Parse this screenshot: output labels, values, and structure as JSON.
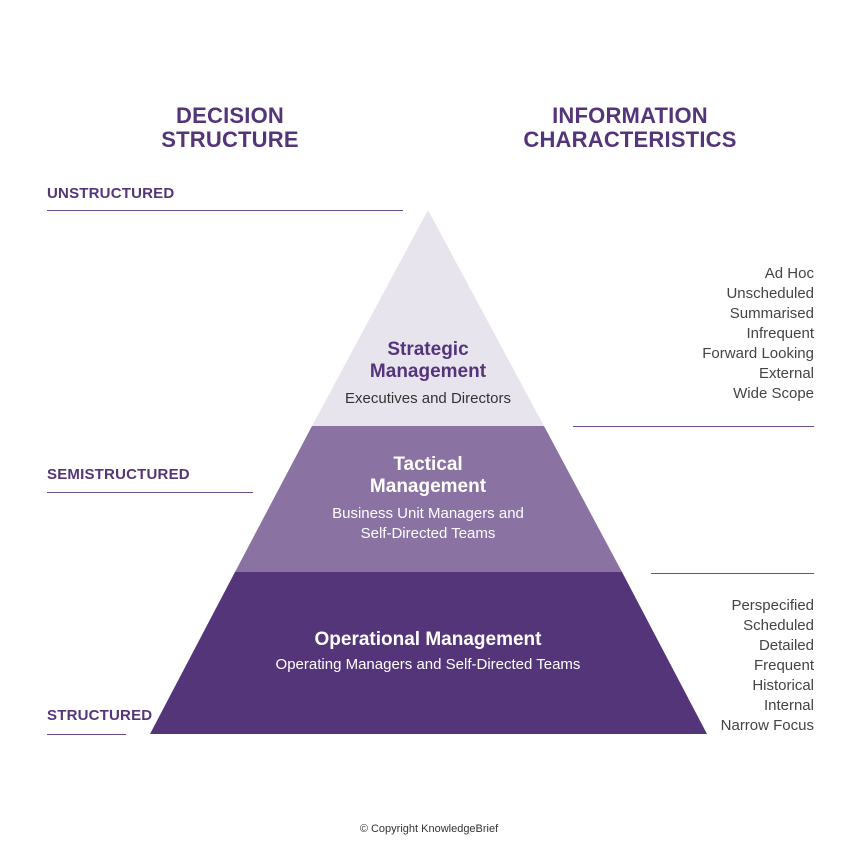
{
  "headings": {
    "decision_structure": [
      "DECISION",
      "STRUCTURE"
    ],
    "information_characteristics": [
      "INFORMATION",
      "CHARACTERISTICS"
    ]
  },
  "levels": {
    "unstructured": "UNSTRUCTURED",
    "semistructured": "SEMISTRUCTURED",
    "structured": "STRUCTURED"
  },
  "tiers": {
    "strategic": {
      "title": [
        "Strategic",
        "Management"
      ],
      "subtitle": [
        "Executives and Directors"
      ],
      "color": "#e8e4ee"
    },
    "tactical": {
      "title": [
        "Tactical",
        "Management"
      ],
      "subtitle": [
        "Business Unit Managers and",
        "Self-Directed Teams"
      ],
      "color": "#8a72a3"
    },
    "operational": {
      "title": [
        "Operational Management"
      ],
      "subtitle": [
        "Operating Managers and Self-Directed Teams"
      ],
      "color": "#55357a"
    }
  },
  "characteristics": {
    "top": [
      "Ad Hoc",
      "Unscheduled",
      "Summarised",
      "Infrequent",
      "Forward Looking",
      "External",
      "Wide Scope"
    ],
    "bottom": [
      "Perspecified",
      "Scheduled",
      "Detailed",
      "Frequent",
      "Historical",
      "Internal",
      "Narrow Focus"
    ]
  },
  "colors": {
    "accent": "#55357a",
    "rule": "#6b4d8e",
    "text": "#444444"
  },
  "copyright": "© Copyright KnowledgeBrief"
}
